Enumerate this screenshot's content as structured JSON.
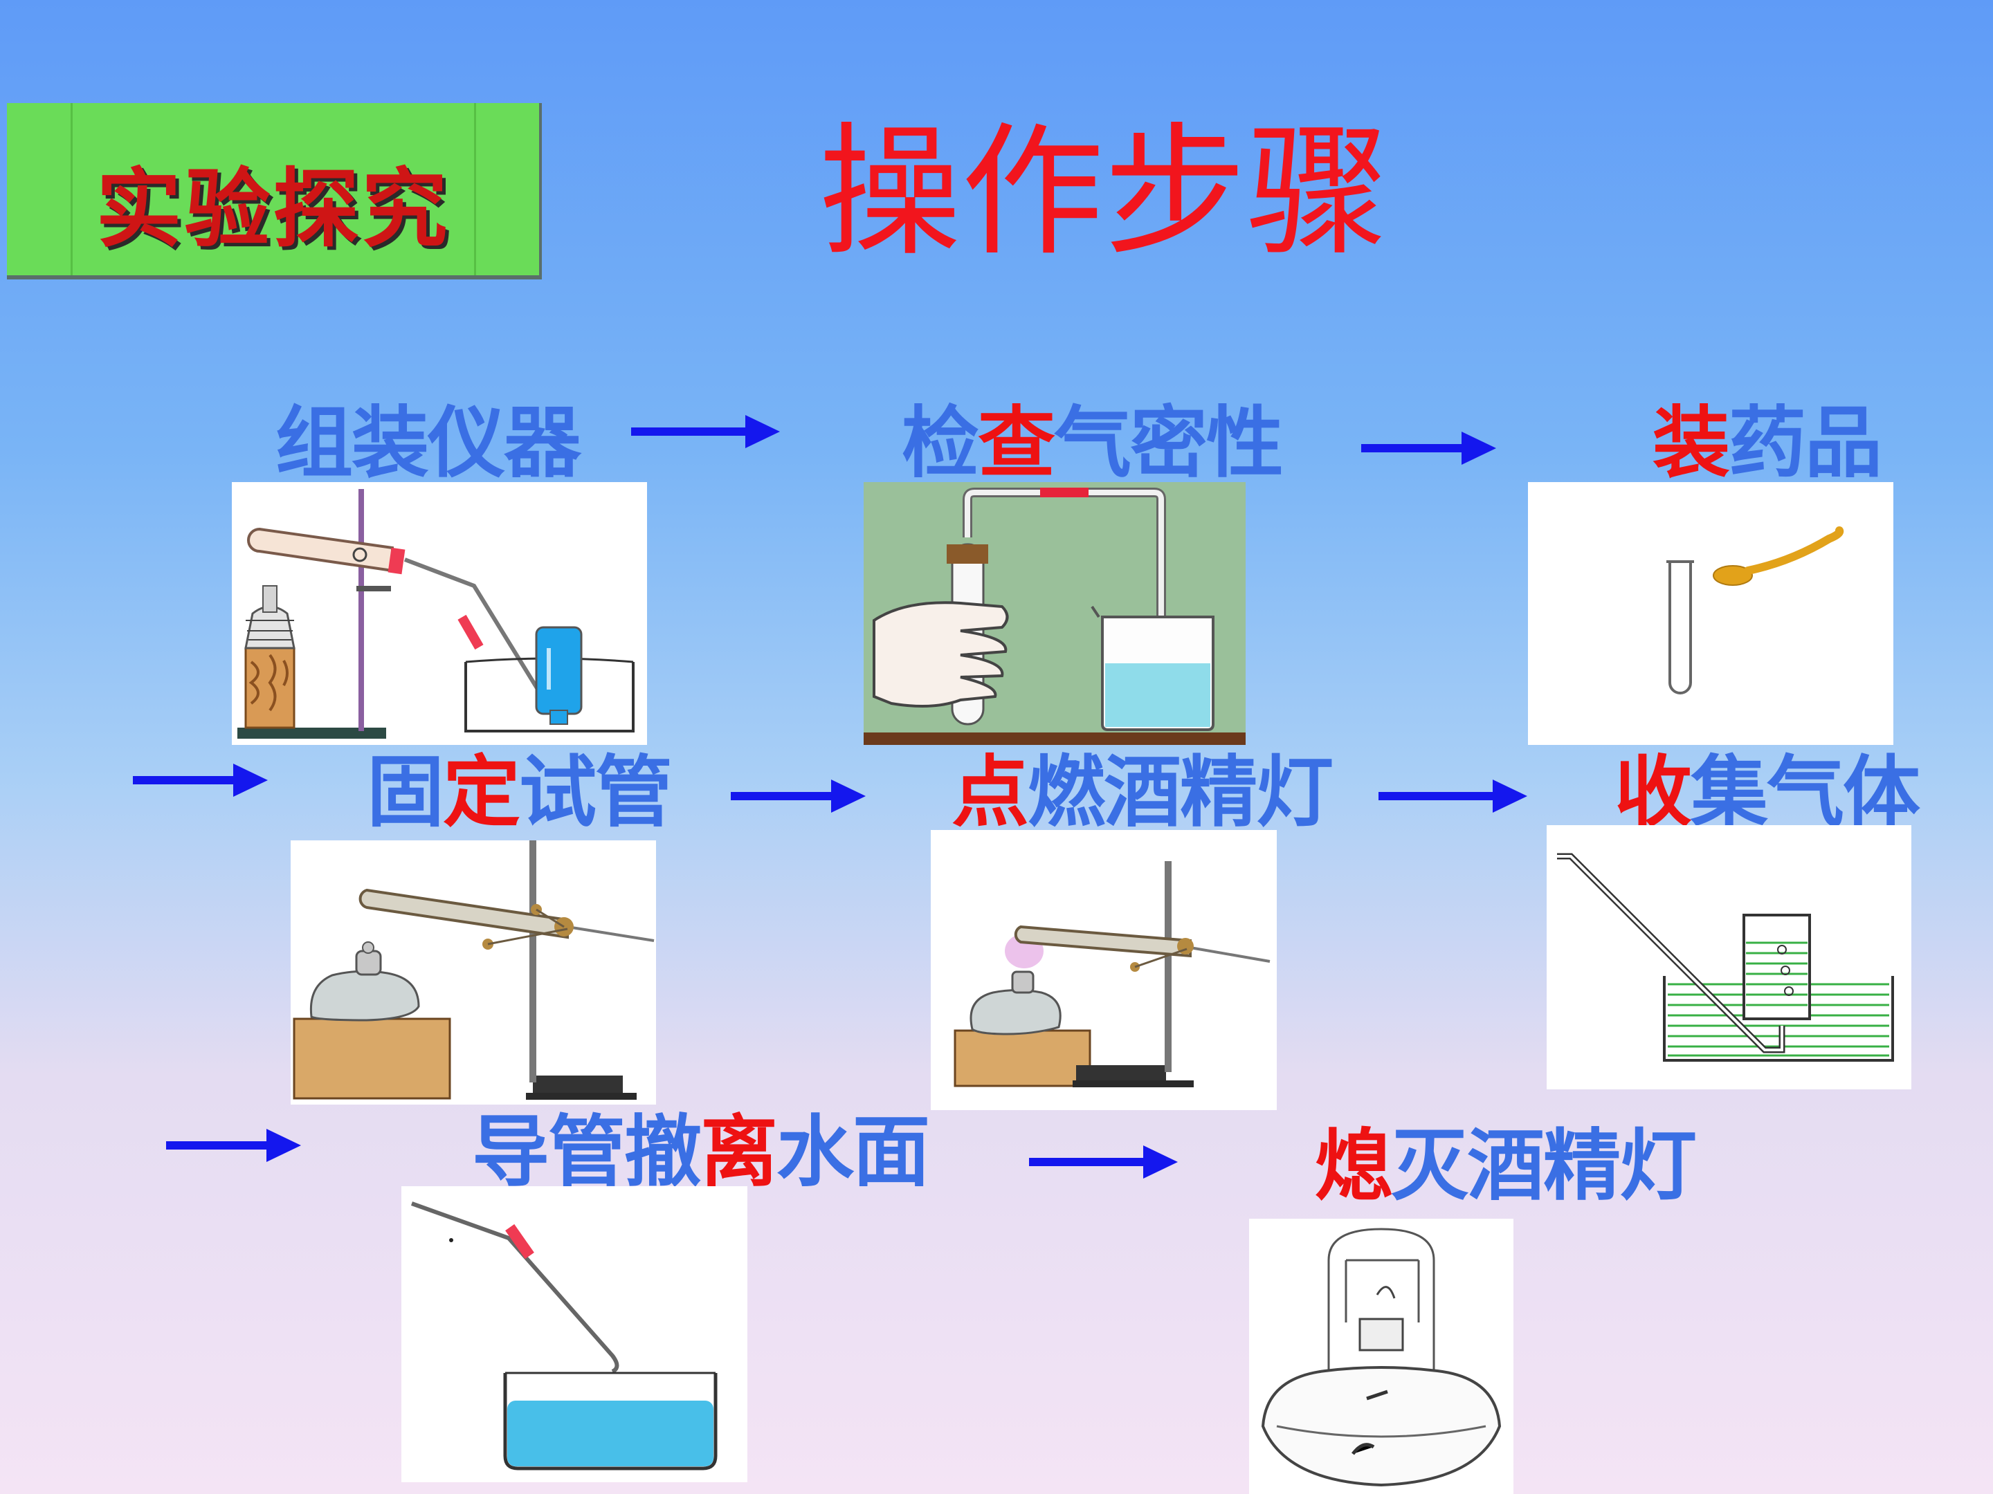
{
  "badge": {
    "label": "实验探究"
  },
  "title": "操作步骤",
  "steps": [
    {
      "pre": "组装仪器",
      "red": "",
      "post": ""
    },
    {
      "pre": "检",
      "red": "查",
      "post": "气密性"
    },
    {
      "pre": "",
      "red": "装",
      "post": "药品"
    },
    {
      "pre": "固",
      "red": "定",
      "post": "试管"
    },
    {
      "pre": "",
      "red": "点",
      "post": "燃酒精灯"
    },
    {
      "pre": "",
      "red": "收",
      "post": "集气体"
    },
    {
      "pre": "导管撤",
      "red": "离",
      "post": "水面"
    },
    {
      "pre": "",
      "red": "熄",
      "post": "灭酒精灯"
    }
  ],
  "colors": {
    "step_text": "#3a6fe4",
    "key_char": "#ee1212",
    "arrow": "#1417ee",
    "title": "#f2151d",
    "badge_bg": "#6adc58"
  }
}
